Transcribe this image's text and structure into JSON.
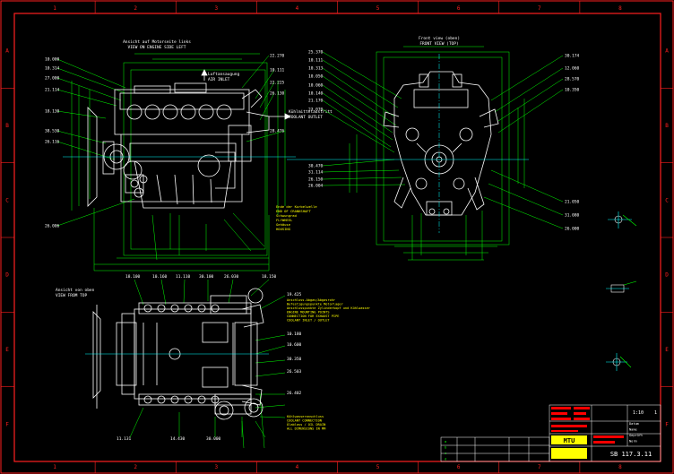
{
  "colors": {
    "background": "#000000",
    "frame": "#ff2020",
    "dims": "#00ff00",
    "drawing": "#ffffff",
    "centerline": "#00ffff",
    "notes": "#ffff00",
    "titleblock": "#ff0000"
  },
  "frame": {
    "top_zone_numbers": [
      "1",
      "2",
      "3",
      "4",
      "5",
      "6",
      "7",
      "8"
    ],
    "side_zone_letters": [
      "A",
      "B",
      "C",
      "D",
      "E",
      "F"
    ]
  },
  "views": {
    "side_view_title_1": "Ansicht auf Motorseite links",
    "side_view_title_2": "VIEW ON ENGINE SIDE LEFT",
    "front_view_title_1": "Front view (oben)",
    "front_view_title_2": "FRONT VIEW (TOP)",
    "top_view_title_1": "Ansicht von oben",
    "top_view_title_2": "VIEW FROM TOP",
    "air_inlet_de": "Luftansaugung",
    "air_inlet_en": "AIR INLET",
    "coolant_outlet_de": "Kühlmittelaustritt",
    "coolant_outlet_en": "COOLANT OUTLET"
  },
  "side_labels_left": [
    "10.000",
    "10.314",
    "27.000",
    "21.114",
    "18.130",
    "38.530",
    "26.116",
    "26.006"
  ],
  "side_labels_right": [
    "22.270",
    "10.111",
    "22.225",
    "26.130",
    "28.476"
  ],
  "front_labels_left": [
    "25.370",
    "10.111",
    "10.313",
    "10.050",
    "10.060",
    "10.140",
    "21.170",
    "23.070",
    "30.470",
    "31.114",
    "26.150",
    "26.004"
  ],
  "front_labels_right": [
    "30.174",
    "12.060",
    "28.570",
    "10.350",
    "21.050",
    "31.080",
    "26.000"
  ],
  "top_labels": [
    "18.100",
    "10.160",
    "11.110",
    "30.100",
    "26.030",
    "18.150",
    "19.425",
    "10.180",
    "10.600",
    "30.350",
    "26.503",
    "26.402",
    "11.131",
    "14.430",
    "30.000"
  ],
  "notes_side_view": [
    "Ende der Kurbelwelle",
    "END OF CRANKSHAFT",
    "Schwungrad",
    "FLYWHEEL",
    "Gehäuse",
    "HOUSING"
  ],
  "notes_top_view": [
    "Anschluss-Abgas/Abgasrohr",
    "Befestigungspunkte Motorlager",
    "Anschlusspunkte Zylinderkopf und Kühlwasser",
    "ENGINE MOUNTING POINTS",
    "CONNECTION FOR EXHAUST PIPE",
    "COOLANT INLET / OUTLET"
  ],
  "notes_bottom": [
    "Kühlwasseranschluss",
    "COOLANT CONNECTION",
    "Ölablass / OIL DRAIN",
    "ALL DIMENSIONS IN MM"
  ],
  "title_block": {
    "drawing_number": "SB 117.3.11",
    "scale": "1:10",
    "sheet": "1",
    "revision_rows": [
      "a",
      "b",
      "c",
      "d"
    ],
    "company": "MTU",
    "small_text": [
      "Datum",
      "Name",
      "Geprüft",
      "Norm"
    ]
  }
}
